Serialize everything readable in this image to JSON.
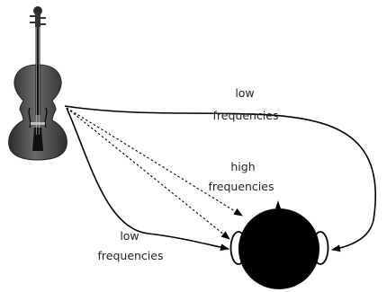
{
  "labels": {
    "top_low_line1": "low",
    "top_low_line2": "frequencies",
    "high_line1": "high",
    "high_line2": "frequencies",
    "bottom_low_line1": "low",
    "bottom_low_line2": "frequencies"
  },
  "icons": {
    "source": "violin-icon",
    "listener": "listener-head-icon"
  },
  "colors": {
    "violin_body": "#4a4a4a",
    "head": "#000000",
    "arrows": "#000000"
  }
}
